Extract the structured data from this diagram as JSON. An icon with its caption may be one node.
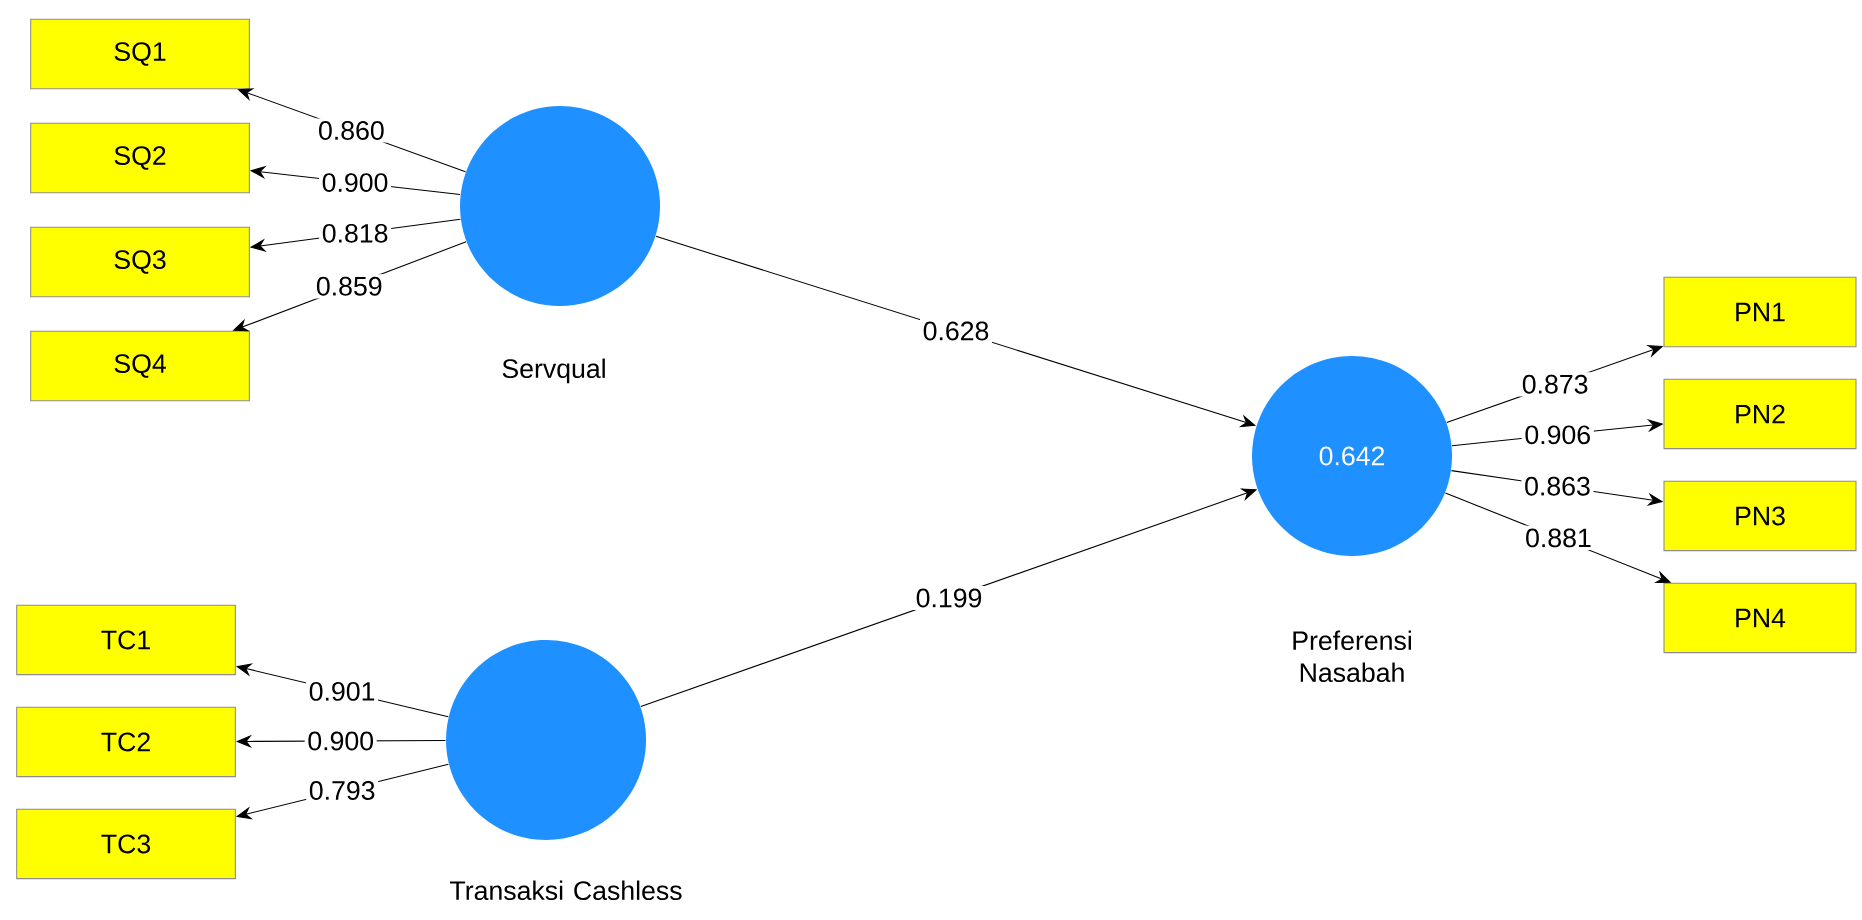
{
  "diagram": {
    "nodes": [
      {
        "text": [
          "SQ1"
        ]
      },
      {
        "text": [
          "SQ2"
        ]
      },
      {
        "text": [
          "SQ3"
        ]
      },
      {
        "text": [
          "SQ4"
        ]
      },
      {
        "text": [],
        "shape": "circle",
        "beside": [
          "Servqual"
        ]
      },
      {
        "text": [
          "TC1"
        ]
      },
      {
        "text": [
          "TC2"
        ]
      },
      {
        "text": [
          "TC3"
        ]
      },
      {
        "text": [],
        "shape": "circle",
        "beside": [
          "Transaksi Cashless"
        ]
      },
      {
        "text": [
          "0.642"
        ],
        "beside": [
          "Preferensi Nasabah"
        ]
      },
      {
        "text": [
          "PN1"
        ]
      },
      {
        "text": [
          "PN2"
        ]
      },
      {
        "text": [
          "PN3"
        ]
      },
      {
        "text": [
          "PN4"
        ]
      }
    ],
    "edges": [
      {
        "from": 4,
        "to": 0,
        "arrow": "to",
        "label": "0.860"
      },
      {
        "from": 4,
        "to": 1,
        "arrow": "to",
        "label": "0.900"
      },
      {
        "from": 4,
        "to": 2,
        "arrow": "to",
        "label": "0.818"
      },
      {
        "from": 4,
        "to": 3,
        "arrow": "to",
        "label": "0.859"
      },
      {
        "from": 4,
        "to": 9,
        "arrow": "to",
        "label": "0.628"
      },
      {
        "from": 8,
        "to": 5,
        "arrow": "to",
        "label": "0.901"
      },
      {
        "from": 8,
        "to": 6,
        "arrow": "to",
        "label": "0.900"
      },
      {
        "from": 8,
        "to": 7,
        "arrow": "to",
        "label": "0.793"
      },
      {
        "from": 8,
        "to": 9,
        "arrow": "to",
        "label": "0.199"
      },
      {
        "from": 9,
        "to": 10,
        "arrow": "to",
        "label": "0.873"
      },
      {
        "from": 9,
        "to": 11,
        "arrow": "to",
        "label": "0.906"
      },
      {
        "from": 9,
        "to": 12,
        "arrow": "to",
        "label": "0.863"
      },
      {
        "from": 9,
        "to": 13,
        "arrow": "to",
        "label": "0.881"
      }
    ]
  }
}
